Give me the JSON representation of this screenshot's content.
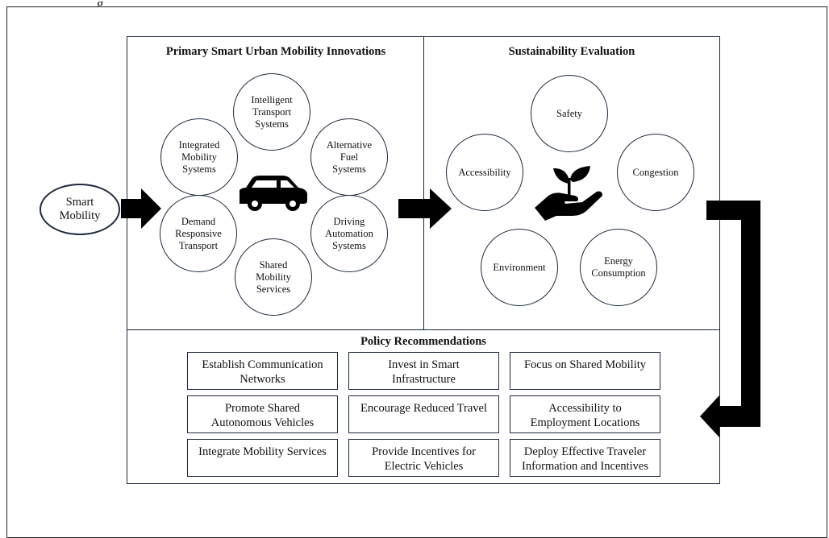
{
  "top_cut_text": "g",
  "smart_mobility": "Smart\nMobility",
  "innovations": {
    "title": "Primary Smart Urban Mobility Innovations",
    "items": [
      "Intelligent\nTransport\nSystems",
      "Alternative\nFuel\nSystems",
      "Driving\nAutomation\nSystems",
      "Shared\nMobility\nServices",
      "Demand\nResponsive\nTransport",
      "Integrated\nMobility\nSystems"
    ],
    "center_icon": "car-icon"
  },
  "sustainability": {
    "title": "Sustainability Evaluation",
    "items": [
      "Safety",
      "Accessibility",
      "Congestion",
      "Environment",
      "Energy\nConsumption"
    ],
    "center_icon": "plant-in-hand-icon"
  },
  "policy": {
    "title": "Policy Recommendations",
    "items": [
      "Establish Communication\nNetworks",
      "Invest in Smart\nInfrastructure",
      "Focus on Shared Mobility",
      "Promote Shared\nAutonomous Vehicles",
      "Encourage Reduced Travel",
      "Accessibility to\nEmployment Locations",
      "Integrate Mobility Services",
      "Provide Incentives for\nElectric Vehicles",
      "Deploy Effective Traveler\nInformation and Incentives"
    ]
  },
  "colors": {
    "stroke": "#1f2a3c",
    "arrow": "#000000",
    "background": "#ffffff"
  }
}
